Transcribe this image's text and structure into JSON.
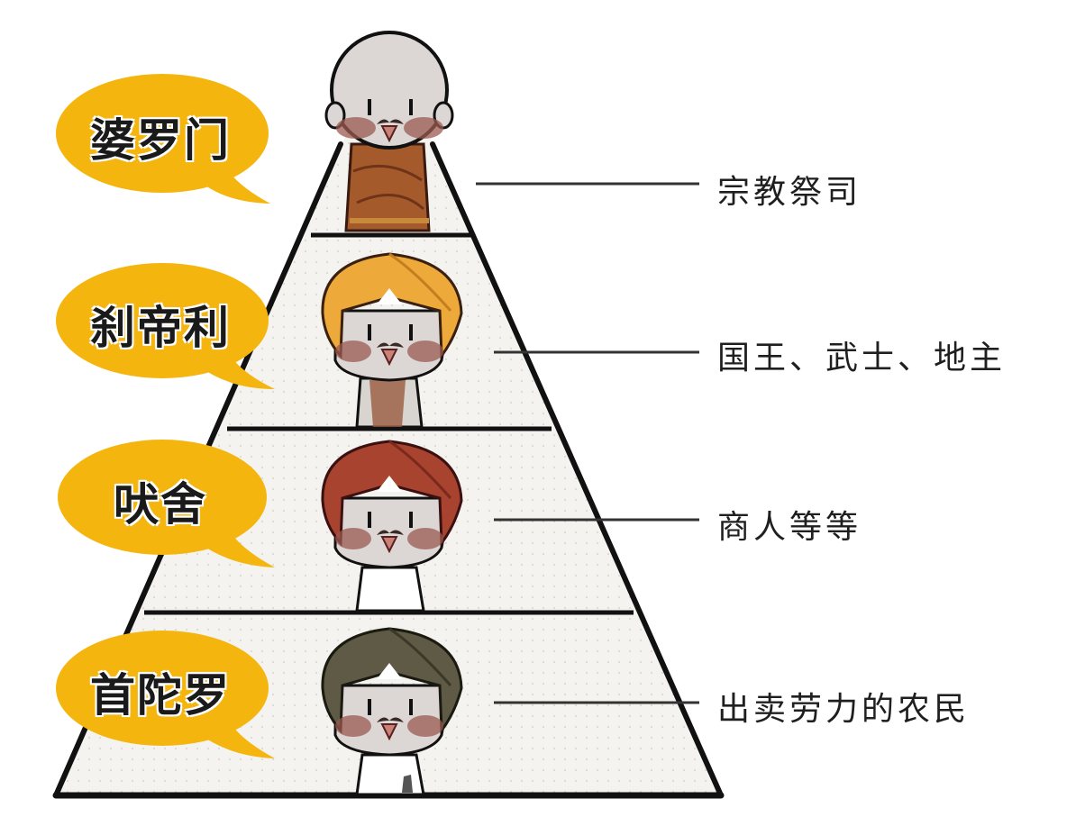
{
  "diagram": {
    "type": "caste-pyramid",
    "colors": {
      "bubble": "#F5B50F",
      "outline": "#111111",
      "tier_fill": "#F4F3EF",
      "skin": "#DCD6D4",
      "blush": "#9A5A50",
      "priest_robe": "#A55A2C",
      "turban_kshatriya": "#EDA93A",
      "turban_vaishya": "#A8432F",
      "turban_shudra": "#5E5A45"
    },
    "tiers": [
      {
        "caste": "婆罗门",
        "role": "宗教祭司",
        "figure": "bald-priest",
        "turban_color": null
      },
      {
        "caste": "刹帝利",
        "role": "国王、武士、地主",
        "figure": "turban-figure",
        "turban_color": "#EDA93A"
      },
      {
        "caste": "吠舍",
        "role": "商人等等",
        "figure": "turban-figure",
        "turban_color": "#A8432F"
      },
      {
        "caste": "首陀罗",
        "role": "出卖劳力的农民",
        "figure": "turban-figure",
        "turban_color": "#5E5A45"
      }
    ]
  }
}
